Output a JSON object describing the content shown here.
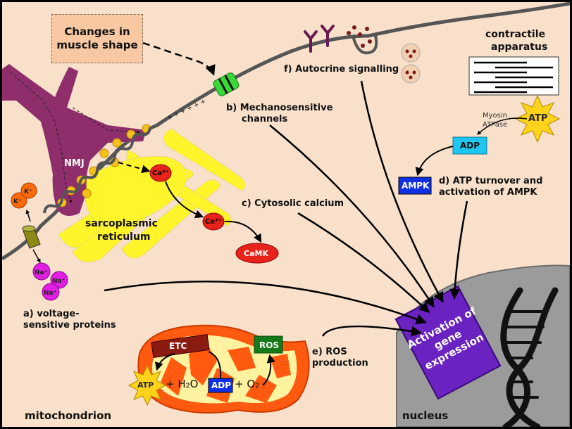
{
  "nodes": {
    "changes_shape": "Changes in\nmuscle shape",
    "nmj": "NMJ",
    "k1": "K⁺",
    "k2": "K⁺",
    "na1": "Na⁺",
    "na2": "Na⁺",
    "na3": "Na⁺",
    "ca1": "Ca²⁺",
    "ca2": "Ca²⁺",
    "camk": "CaMK",
    "sr_line1": "sarcoplasmic",
    "sr_line2": "reticulum",
    "contractile_line1": "contractile",
    "contractile_line2": "apparatus",
    "atp_top": "ATP",
    "myosin_line1": "Myosin",
    "myosin_line2": "ATPase",
    "adp_top": "ADP",
    "ampk": "AMPK",
    "etc": "ETC",
    "atp_mito": "ATP",
    "h2o": "+ H₂O",
    "adp_mito": "ADP",
    "o2": "+ O₂",
    "ros": "ROS",
    "mitochondrion": "mitochondrion",
    "nucleus": "nucleus",
    "gene_line1": "Activation of",
    "gene_line2": "gene",
    "gene_line3": "expression"
  },
  "labels": {
    "a_line1": "a) voltage-",
    "a_line2": "sensitive proteins",
    "b_line1": "b) Mechanosensitive",
    "b_line2": "channels",
    "c": "c) Cytosolic calcium",
    "d_line1": "d) ATP turnover and",
    "d_line2": "activation of AMPK",
    "e_line1": "e) ROS",
    "e_line2": "production",
    "f": "f) Autocrine signalling"
  },
  "colors": {
    "background": "#f8e0cb",
    "nmj": "#8e2f6b",
    "sarcoplasmic_reticulum": "#fff52a",
    "calcium": "#e8231c",
    "sodium": "#e020e0",
    "potassium": "#ff6a0a",
    "atp": "#ffd319",
    "adp": "#1ec6f0",
    "ampk": "#1030e8",
    "ros": "#157a1a",
    "gene_box": "#6a22c0",
    "mitochondrion": "#ff5a10",
    "nucleus": "#9a9a9a",
    "mechanosensitive_channel": "#38d838"
  }
}
